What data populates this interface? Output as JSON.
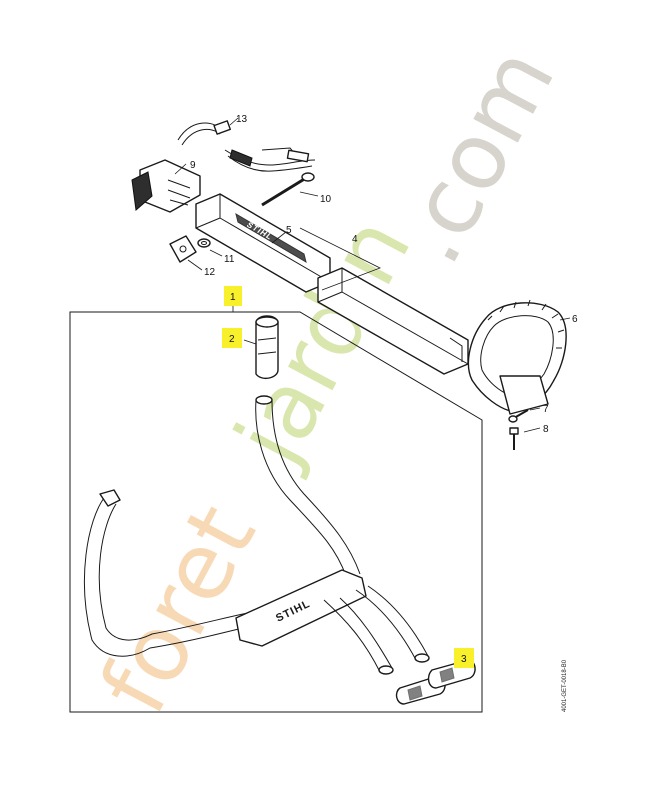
{
  "diagram": {
    "callouts": {
      "c1": "1",
      "c2": "2",
      "c3": "3",
      "c4": "4",
      "c5": "5",
      "c6": "6",
      "c7": "7",
      "c8": "8",
      "c9": "9",
      "c10": "10",
      "c11": "11",
      "c12": "12",
      "c13": "13"
    },
    "highlighted_callouts": [
      "1",
      "2",
      "3"
    ],
    "highlight_color": "#f7f02a",
    "drawing_code": "4001-GET-0018-B0",
    "brand_on_parts": "STIHL"
  },
  "watermark": {
    "part1": "foret",
    "part2": "jardin",
    "part3": ".com",
    "colors": [
      "#f4c78f",
      "#c9dc8b",
      "#c7c2b8"
    ]
  }
}
